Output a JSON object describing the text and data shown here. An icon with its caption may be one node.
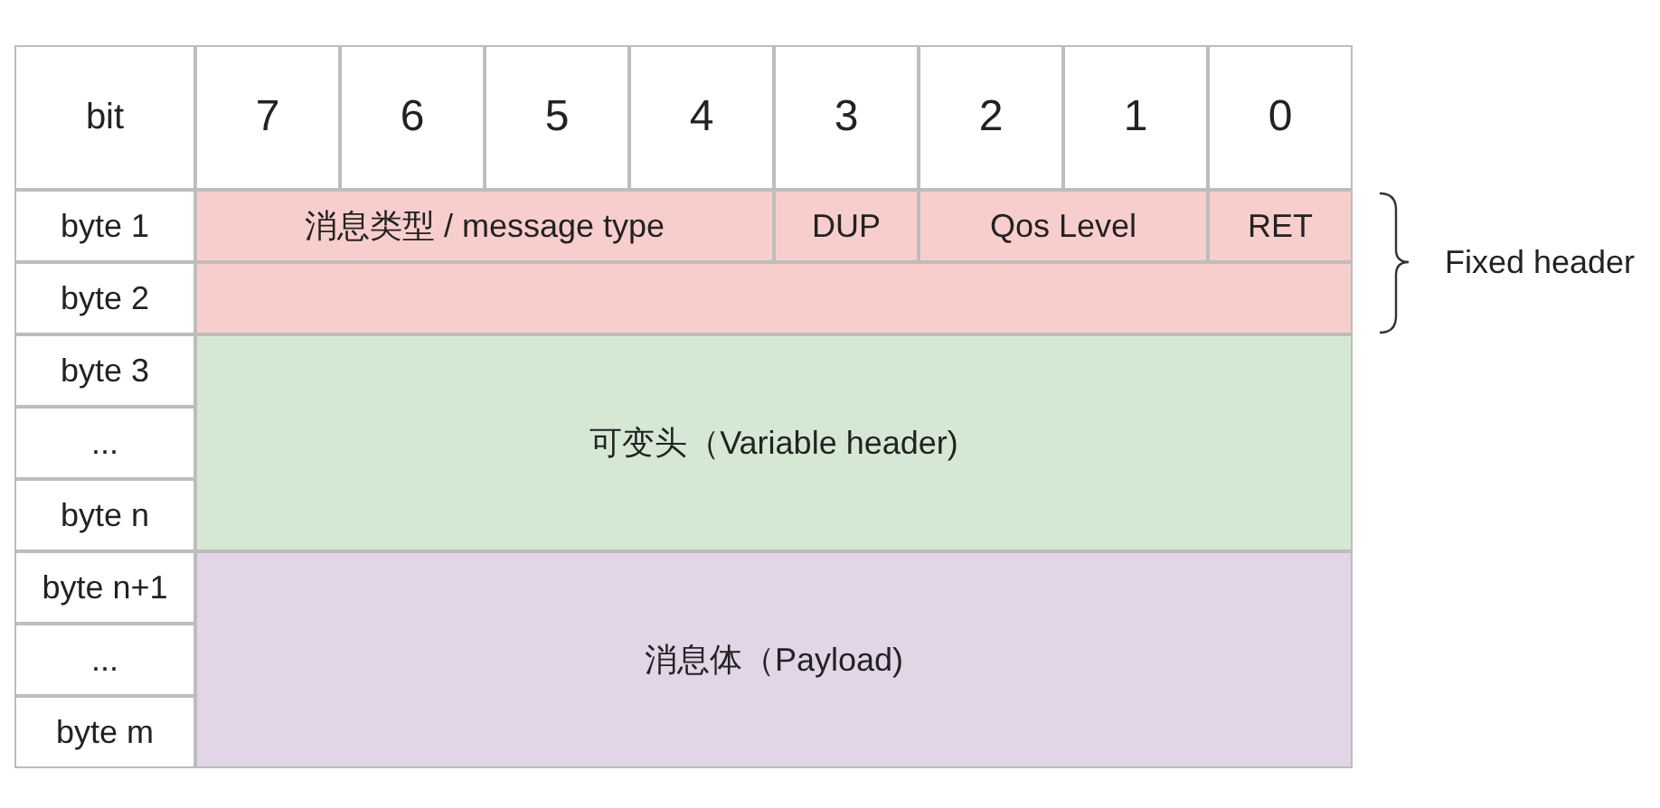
{
  "diagram": {
    "nodes": [
      {
        "text": [
          "消息类型 / message type"
        ]
      },
      {
        "text": [
          "DUP"
        ]
      },
      {
        "text": [
          "Qos Level"
        ]
      },
      {
        "text": [
          "RET"
        ]
      },
      {
        "text": [],
        "shape": "bar"
      },
      {
        "text": [
          "可变头（Variable header)"
        ]
      },
      {
        "text": [
          "消息体（Payload)"
        ]
      }
    ],
    "edges": [],
    "labels": [
      "bit",
      "7",
      "6",
      "5",
      "4",
      "3",
      "2",
      "1",
      "0",
      "byte 1",
      "byte 2",
      "byte 3",
      "...",
      "byte n",
      "byte n+1",
      "...",
      "byte m",
      "Fixed header"
    ]
  }
}
